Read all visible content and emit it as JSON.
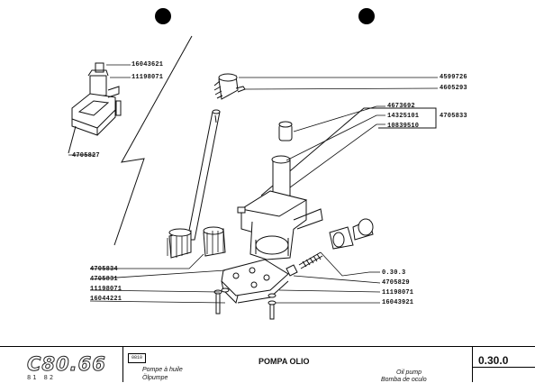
{
  "callouts": {
    "top_left": [
      "16043621",
      "11198071",
      "4705827"
    ],
    "top_right": [
      "4599726",
      "4605293"
    ],
    "right_stack": [
      "4673692",
      "14325101",
      "10839510"
    ],
    "right_group": "4705833",
    "left_bottom": [
      "4705834",
      "4705831",
      "11198071",
      "16044221"
    ],
    "right_bottom": [
      "0.30.3",
      "4705829",
      "11198071",
      "16043921"
    ]
  },
  "footer": {
    "logo": "C80.66",
    "logo_sub": "81 82",
    "code": "0810",
    "title": "POMPA OLIO",
    "label_fr": "Pompe à huile",
    "label_de": "Ölpumpe",
    "label_en": "Oil pump",
    "label_pt": "Bomba de oculo",
    "section": "0.30.0"
  }
}
